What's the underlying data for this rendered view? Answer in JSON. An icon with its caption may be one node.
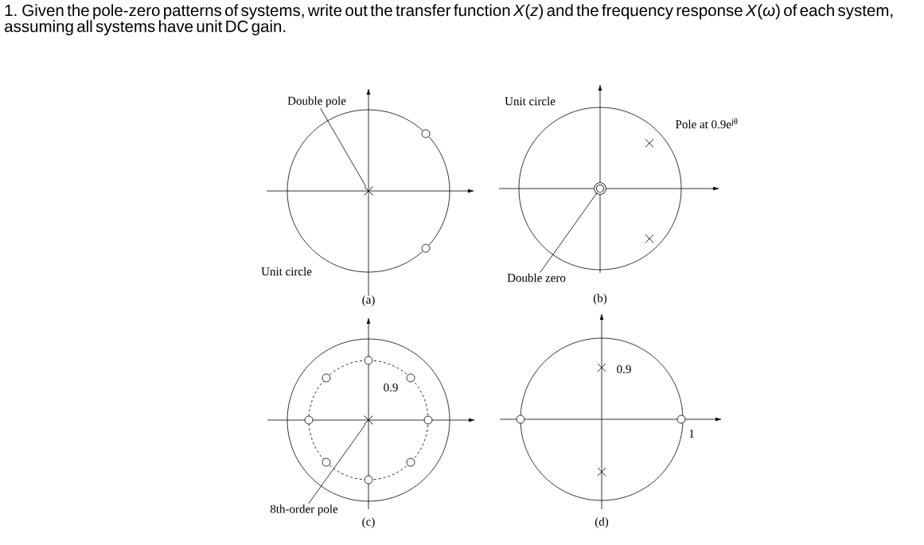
{
  "diagram": {
    "title": "1. Given the pole-zero patterns of systems, write out the transfer function *X*(*z*) and the frequency response *X*(*ω*) of each system, assuming all systems have unit DC gain.",
    "nodes": [
      {
        "text": [
          "Double pole"
        ]
      },
      {
        "text": [],
        "shape": "cross"
      },
      {
        "text": [
          "Double zero"
        ]
      },
      {
        "text": [],
        "shape": "circle"
      },
      {
        "text": [
          "8th-order pole"
        ]
      },
      {
        "text": [],
        "shape": "cross"
      }
    ],
    "edges": [
      {
        "from": 0,
        "to": 1,
        "arrow": "none"
      },
      {
        "from": 2,
        "to": 3,
        "arrow": "none"
      },
      {
        "from": 4,
        "to": 5,
        "arrow": "none"
      }
    ],
    "labels": [
      "Unit circle",
      "(a)",
      "Unit circle",
      "Pole at 0.9e$^{jθ}$",
      "(b)",
      "0.9",
      "(c)",
      "0.9",
      "1",
      "(d)"
    ]
  }
}
